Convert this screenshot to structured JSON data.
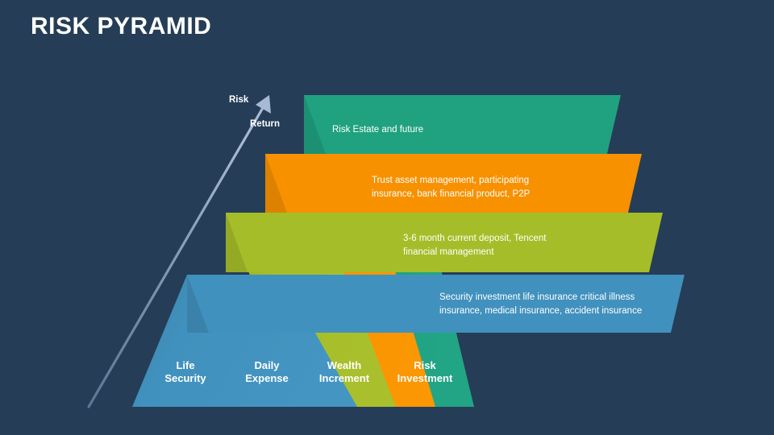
{
  "slide": {
    "title": "RISK PYRAMID",
    "background_color": "#253d57",
    "title_color": "#ffffff"
  },
  "axis": {
    "arrow_color": "#8fa3c0",
    "risk_label": "Risk",
    "return_label": "Return"
  },
  "chart_data": {
    "type": "pyramid",
    "title": "RISK PYRAMID",
    "direction": "bottom-to-top increasing risk and return",
    "axis_labels": [
      "Risk",
      "Return"
    ],
    "levels": [
      {
        "index": 1,
        "category": "Life\nSecurity",
        "description": "Security investment life insurance critical illness\ninsurance, medical insurance, accident insurance",
        "color": "#4191be"
      },
      {
        "index": 2,
        "category": "Daily\nExpense",
        "description": "3-6 month current deposit, Tencent\nfinancial management",
        "color": "#a5bd29"
      },
      {
        "index": 3,
        "category": "Wealth\nIncrement",
        "description": "Trust asset management, participating\ninsurance, bank financial product, P2P",
        "color": "#f79100"
      },
      {
        "index": 4,
        "category": "Risk\nInvestment",
        "description": "Risk Estate and future",
        "color": "#20a17f"
      }
    ],
    "ribbons_top_to_bottom": [
      {
        "color": "#20a17f",
        "text": "Risk Estate and future"
      },
      {
        "color": "#f79100",
        "text": "Trust asset management, participating\ninsurance, bank financial product, P2P"
      },
      {
        "color": "#a5bd29",
        "text": "3-6 month current deposit, Tencent\nfinancial management"
      },
      {
        "color": "#4191be",
        "text": "Security investment life insurance critical illness\ninsurance, medical insurance, accident insurance"
      }
    ],
    "base_labels_left_to_right": [
      "Life\nSecurity",
      "Daily\nExpense",
      "Wealth\nIncrement",
      "Risk\nInvestment"
    ]
  }
}
